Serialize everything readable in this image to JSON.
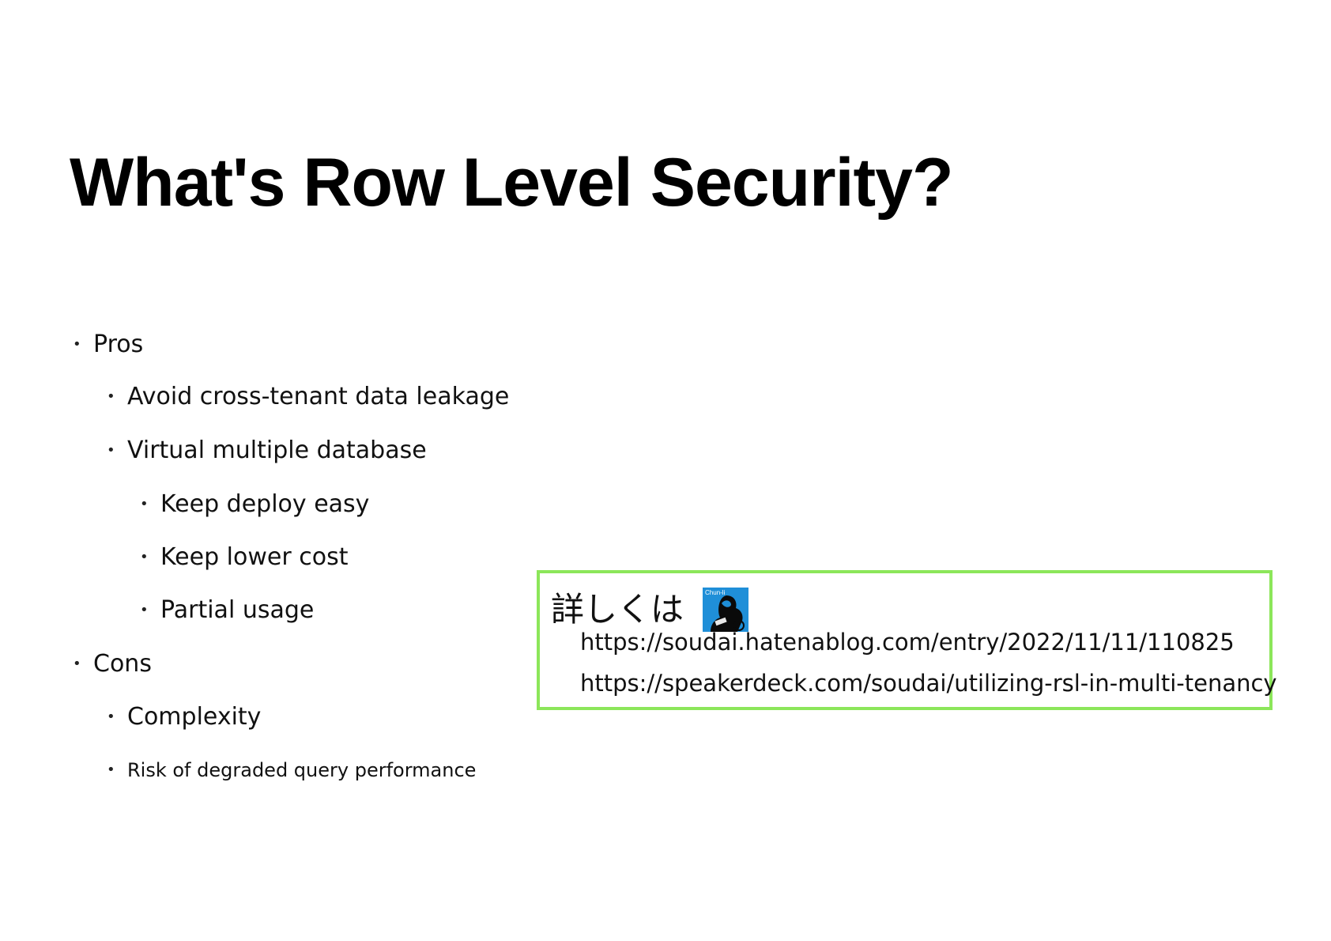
{
  "slide": {
    "title": "What's Row Level Security?",
    "bullet_marker": "•",
    "pros": {
      "label": "Pros",
      "items": [
        "Avoid cross-tenant data leakage",
        "Virtual multiple database"
      ],
      "sub_items": [
        "Keep deploy easy",
        "Keep lower cost",
        "Partial usage"
      ]
    },
    "cons": {
      "label": "Cons",
      "items": [
        "Complexity",
        "Risk of degraded query performance"
      ]
    },
    "callout": {
      "label": "詳しくは",
      "border_color": "#8ce65a",
      "avatar_tag": "Chun-li",
      "links": [
        "https://soudai.hatenablog.com/entry/2022/11/11/110825",
        "https://speakerdeck.com/soudai/utilizing-rsl-in-multi-tenancy"
      ]
    }
  }
}
